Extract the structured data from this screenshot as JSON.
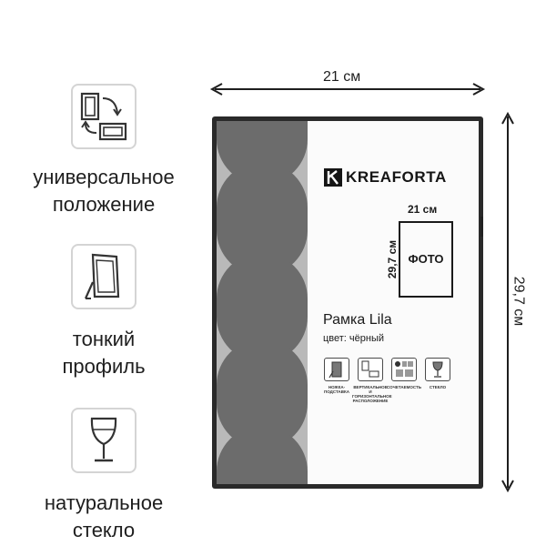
{
  "features": [
    {
      "icon": "orientation-rotate-icon",
      "label_line1": "универсальное",
      "label_line2": "положение"
    },
    {
      "icon": "easel-stand-icon",
      "label_line1": "тонкий",
      "label_line2": "профиль"
    },
    {
      "icon": "wine-glass-icon",
      "label_line1": "натуральное",
      "label_line2": "стекло"
    }
  ],
  "dimensions": {
    "width": "21 см",
    "height": "29,7 см"
  },
  "insert": {
    "brand": "KREAFORTA",
    "photo_label": "ФОТО",
    "photo_width": "21 см",
    "photo_height": "29,7 см",
    "product_name": "Рамка Lila",
    "product_color": "цвет: чёрный",
    "mini_captions": [
      "НОЖКА-ПОДСТАВКА",
      "ВЕРТИКАЛЬНОЕ И ГОРИЗОНТАЛЬНОЕ РАСПОЛОЖЕНИЕ",
      "СОЧЕТАЕМОСТЬ",
      "СТЕКЛО"
    ]
  },
  "colors": {
    "frame": "#2a2a2a",
    "pattern_dark": "#6c6c6c",
    "pattern_light": "#b9b9b9",
    "box_border": "#d4d4d4"
  }
}
